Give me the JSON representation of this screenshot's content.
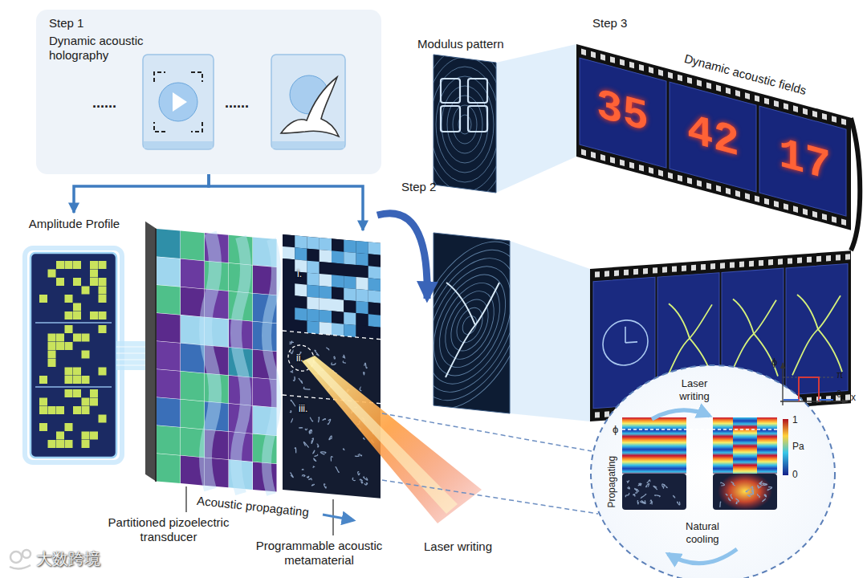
{
  "diagram": {
    "nodes": [
      {
        "text": [
          "Step 1",
          "Dynamic acoustic holography"
        ]
      },
      {
        "text": [
          "Amplitude Profile"
        ]
      },
      {
        "text": [
          "i.",
          "ii.",
          "iii."
        ]
      },
      {
        "text": [
          "Modulus pattern"
        ]
      },
      {
        "text": [
          "Step 3",
          "Dynamic acoustic fields"
        ]
      },
      {
        "text": [
          "Laser writing",
          "Propagating",
          "Natural cooling"
        ]
      }
    ],
    "edges": [
      {
        "from": 0,
        "to": 1,
        "arrow": "to"
      },
      {
        "from": 0,
        "to": 2,
        "arrow": "to"
      }
    ],
    "labels": [
      "......",
      "......",
      "Step 2",
      "35",
      "42",
      "17",
      "Partitioned pizoelectric transducer",
      "Programmable acoustic metamaterial",
      "Acoustic propagating",
      "Laser writing",
      "ϕ",
      "π",
      "0",
      "x",
      "ϕ",
      "1",
      "Pa",
      "0",
      "大数跨境"
    ]
  }
}
